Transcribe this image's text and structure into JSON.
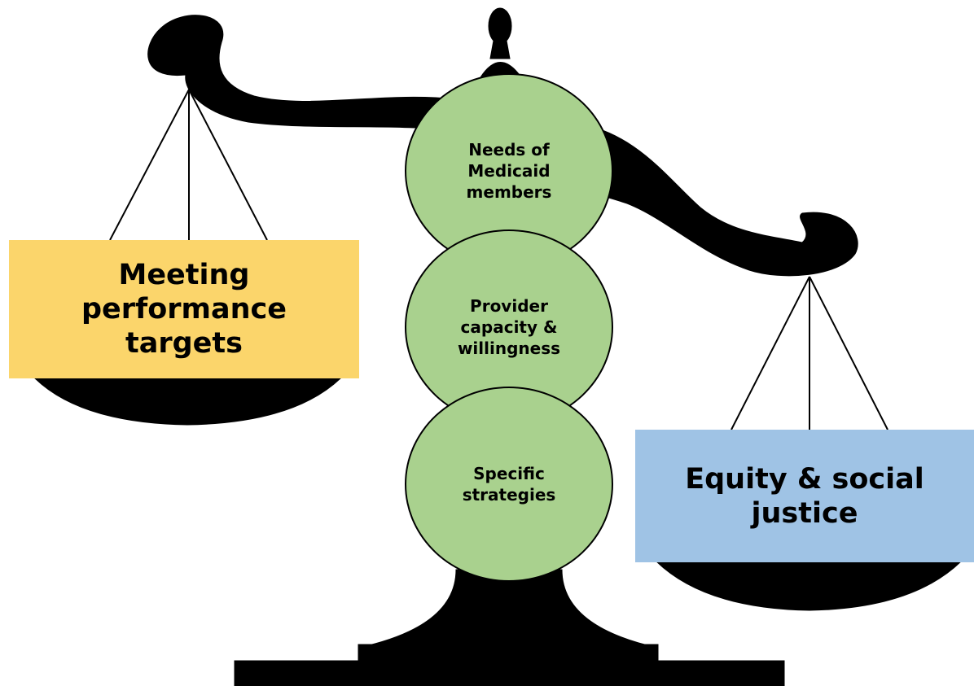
{
  "colors": {
    "scale": "#000000",
    "left_box": "#fbd56b",
    "right_box": "#9fc3e5",
    "circle_fill": "#a9d18e",
    "background": "#ffffff"
  },
  "left_pan": {
    "label": "Meeting performance targets"
  },
  "right_pan": {
    "label": "Equity & social justice"
  },
  "fulcrum_stack": [
    {
      "label": "Needs of Medicaid members"
    },
    {
      "label": "Provider capacity & willingness"
    },
    {
      "label": "Specific strategies"
    }
  ]
}
